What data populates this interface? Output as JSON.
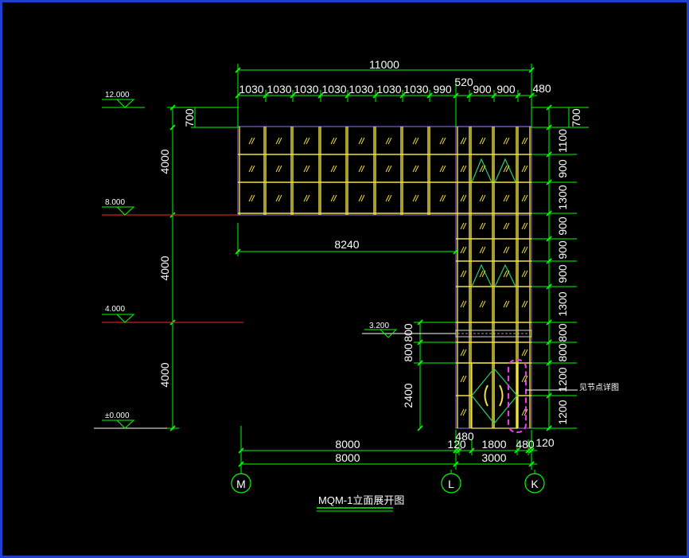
{
  "drawing": {
    "title": "MQM-1立面展开图",
    "total_width_label": "11000",
    "top_dims": [
      "1030",
      "1030",
      "1030",
      "1030",
      "1030",
      "1030",
      "1030",
      "990",
      "520",
      "900",
      "900",
      "480"
    ],
    "left_vertical_dims": [
      "700",
      "4000",
      "4000",
      "4000"
    ],
    "right_vertical_dims": [
      "700",
      "1100",
      "900",
      "1300",
      "900",
      "900",
      "900",
      "1300",
      "800",
      "800",
      "1200",
      "1200"
    ],
    "inner_width_label": "8240",
    "left_lower_dims": [
      "800",
      "800",
      "2400"
    ],
    "elevations": {
      "e12": "12.000",
      "e8": "8.000",
      "e4": "4.000",
      "e0": "±0.000",
      "e32": "3.200"
    },
    "bottom_dims_row1": [
      "8000",
      "120",
      "480",
      "1800",
      "480",
      "120"
    ],
    "bottom_dims_row2": [
      "8000",
      "3000"
    ],
    "axes": [
      "M",
      "L",
      "K"
    ],
    "side_note": "见节点详图"
  },
  "colors": {
    "background": "#000000",
    "frame": "#1f3fcf",
    "dim_line": "#00ff00",
    "mullion": "#f0e040",
    "panel_border": "#8060c0",
    "elevation_line": "#cc2020",
    "highlight": "#e040e0",
    "text": "#ffffff"
  }
}
